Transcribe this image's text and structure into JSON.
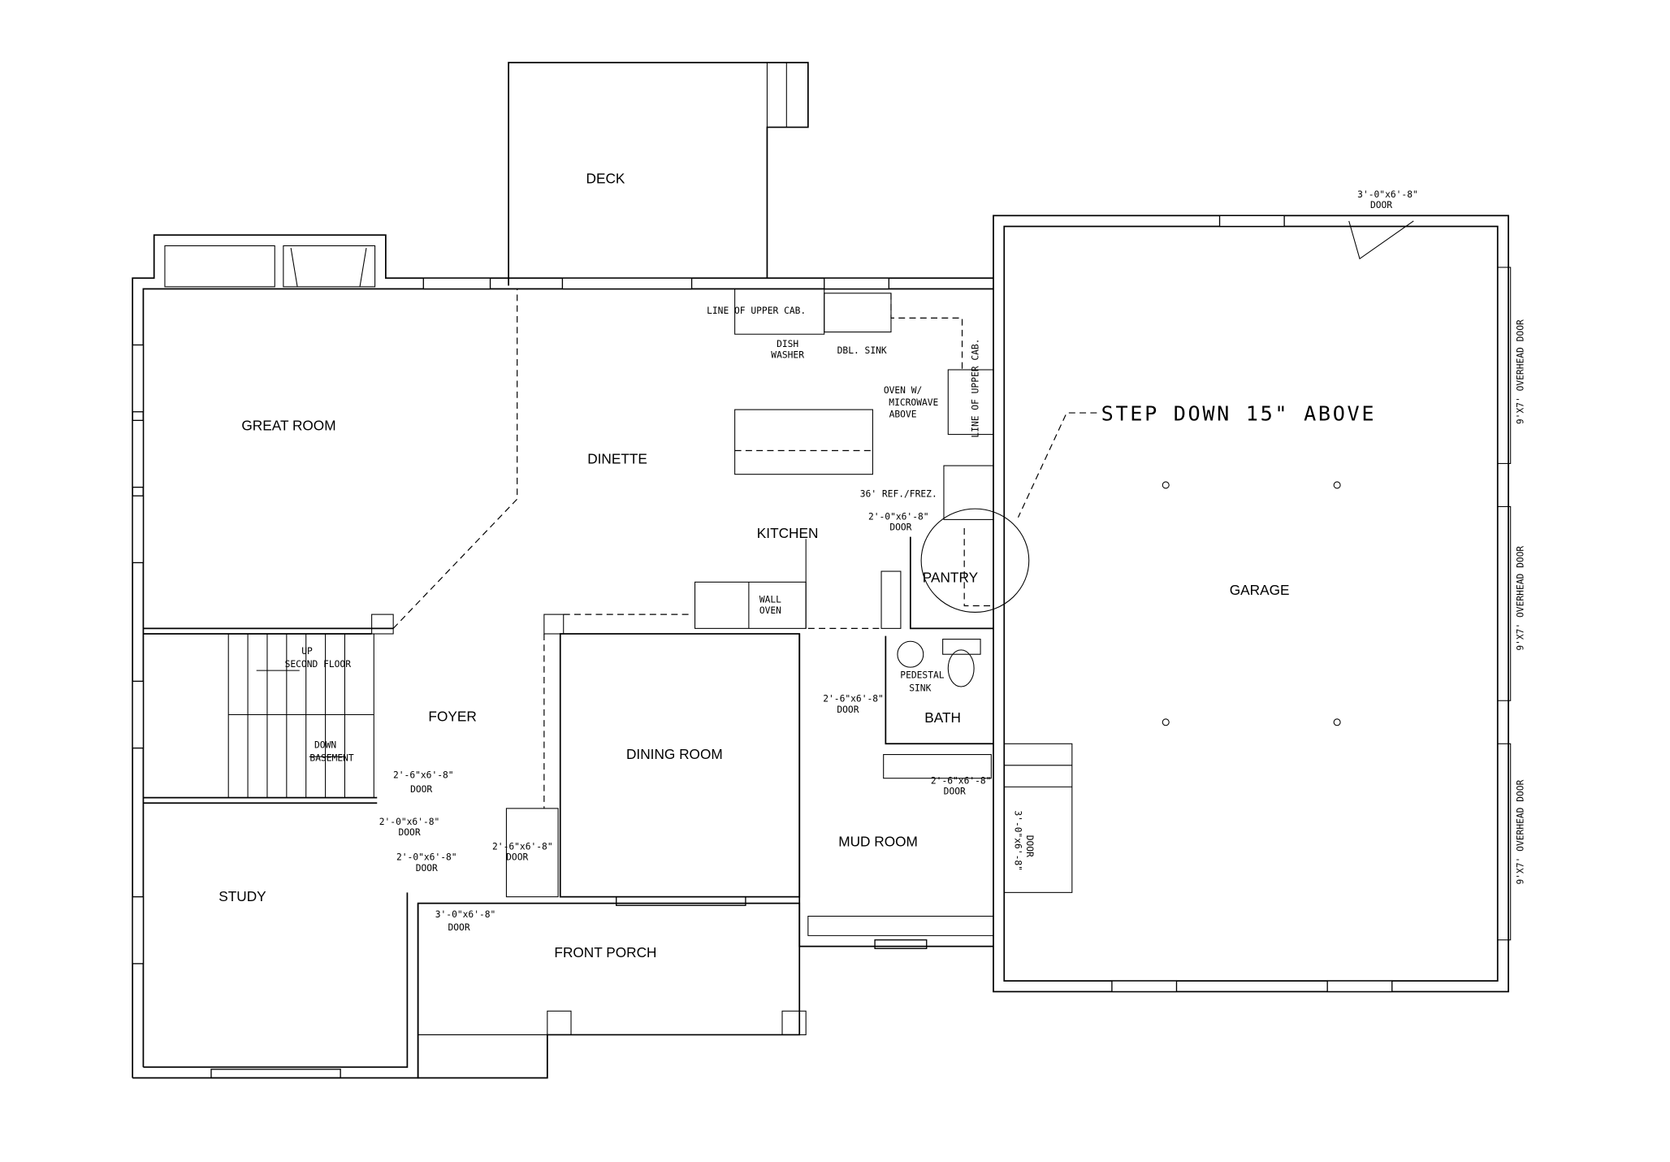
{
  "rooms": {
    "deck": "DECK",
    "great_room": "GREAT ROOM",
    "dinette": "DINETTE",
    "kitchen": "KITCHEN",
    "pantry": "PANTRY",
    "garage": "GARAGE",
    "foyer": "FOYER",
    "dining_room": "DINING ROOM",
    "bath": "BATH",
    "mud_room": "MUD ROOM",
    "study": "STUDY",
    "front_porch": "FRONT PORCH"
  },
  "fixtures": {
    "upper_cab": "LINE OF UPPER CAB.",
    "upper_cab_vertical": "LINE OF UPPER CAB.",
    "dishwasher_1": "DISH",
    "dishwasher_2": "WASHER",
    "sink": "DBL. SINK",
    "oven_1": "OVEN W/",
    "oven_2": "MICROWAVE",
    "oven_3": "ABOVE",
    "fridge": "36' REF./FREZ.",
    "wall_oven_1": "WALL",
    "wall_oven_2": "OVEN",
    "stairs_up_1": "UP",
    "stairs_up_2": "SECOND FLOOR",
    "stairs_down_1": "DOWN",
    "stairs_down_2": "BASEMENT",
    "ped_sink_1": "PEDESTAL",
    "ped_sink_2": "SINK"
  },
  "doors": {
    "garage_rear": [
      "3'-0\"x6'-8\"",
      "DOOR"
    ],
    "pantry": [
      "2'-0\"x6'-8\"",
      "DOOR"
    ],
    "bath": [
      "2'-6\"x6'-8\"",
      "DOOR"
    ],
    "mud_closet": [
      "2'-6\"x6'-8\"",
      "DOOR"
    ],
    "garage_entry": [
      "3'-0\"x6'-8\"",
      "DOOR"
    ],
    "foyer_closet": [
      "2'-6\"x6'-8\"",
      "DOOR"
    ],
    "study_1": [
      "2'-0\"x6'-8\"",
      "DOOR"
    ],
    "study_2": [
      "2'-0\"x6'-8\"",
      "DOOR"
    ],
    "coat": [
      "2'-6\"x6'-8\"",
      "DOOR"
    ],
    "front": [
      "3'-0\"x6'-8\"",
      "DOOR"
    ]
  },
  "overhead_doors": [
    "9'X7' OVERHEAD DOOR",
    "9'X7' OVERHEAD DOOR",
    "9'X7' OVERHEAD DOOR"
  ],
  "note": "STEP DOWN 15\" ABOVE"
}
